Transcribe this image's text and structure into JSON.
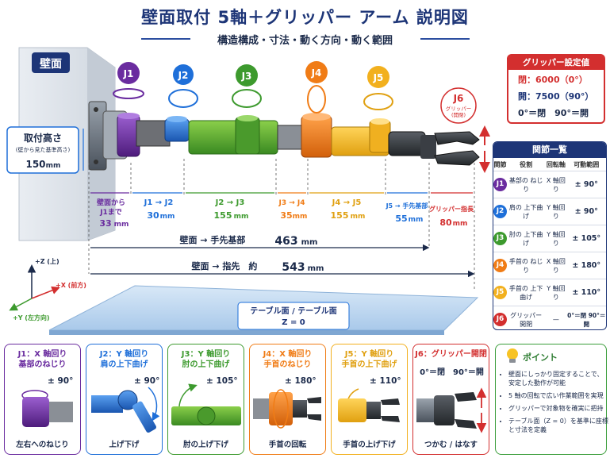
{
  "title": "壁面取付 5軸＋グリッパー アーム 説明図",
  "subtitle": "構造構成・寸法・動く方向・動く範囲",
  "wall_label": "壁面",
  "mount": {
    "title": "取付高さ",
    "note": "(壁から見た基準高さ)",
    "value": "150",
    "unit": "mm"
  },
  "joint_badges": [
    "J1",
    "J2",
    "J3",
    "J4",
    "J5",
    "J6"
  ],
  "j6_badge_sub": [
    "グリッパー",
    "(開閉)"
  ],
  "colors": {
    "J1": "#6a2c9f",
    "J2": "#1e6fd9",
    "J3": "#3d9a2e",
    "J4": "#f07c16",
    "J5": "#f2b01e",
    "J6": "#d32f2f",
    "navy": "#1d3577"
  },
  "segments": [
    {
      "label": [
        "壁面から",
        "J1まで"
      ],
      "value": "33",
      "unit": "mm",
      "color": "#6a2c9f"
    },
    {
      "label": [
        "J1 → J2"
      ],
      "value": "30",
      "unit": "mm",
      "color": "#1e6fd9"
    },
    {
      "label": [
        "J2 → J3"
      ],
      "value": "155",
      "unit": "mm",
      "color": "#3d9a2e"
    },
    {
      "label": [
        "J3 → J4"
      ],
      "value": "35",
      "unit": "mm",
      "color": "#f07c16"
    },
    {
      "label": [
        "J4 → J5"
      ],
      "value": "155",
      "unit": "mm",
      "color": "#e0a010"
    },
    {
      "label": [
        "J5 → 手先基部"
      ],
      "value": "55",
      "unit": "mm",
      "color": "#1e6fd9"
    },
    {
      "label": [
        "グリッパー指長"
      ],
      "value": "80",
      "unit": "mm",
      "color": "#d32f2f"
    }
  ],
  "totals": [
    {
      "label": "壁面 → 手先基部",
      "value": "463",
      "unit": "mm"
    },
    {
      "label": "壁面 → 指先　約",
      "value": "543",
      "unit": "mm"
    }
  ],
  "axes": {
    "z": "+Z (上)",
    "x": "+X (前方)",
    "y": "+Y (左方向)"
  },
  "table_surface": {
    "label": "テーブル面 / テーブル面",
    "value": "Z = 0"
  },
  "gripper_settings": {
    "title": "グリッパー設定値",
    "close": "閉：6000（0°）",
    "open": "開：7500（90°）",
    "rule": "0°＝閉　90°＝開"
  },
  "joint_table": {
    "title": "関節一覧",
    "headers": [
      "関節",
      "役割",
      "回転軸",
      "可動範囲"
    ],
    "rows": [
      {
        "joint": "J1",
        "role": "基部の ねじり",
        "axis": "X 軸回り",
        "range": "± 90°"
      },
      {
        "joint": "J2",
        "role": "肩の 上下曲げ",
        "axis": "Y 軸回り",
        "range": "± 90°"
      },
      {
        "joint": "J3",
        "role": "肘の 上下曲げ",
        "axis": "Y 軸回り",
        "range": "± 105°"
      },
      {
        "joint": "J4",
        "role": "手首の ねじり",
        "axis": "X 軸回り",
        "range": "± 180°"
      },
      {
        "joint": "J5",
        "role": "手首の 上下曲げ",
        "axis": "Y 軸回り",
        "range": "± 110°"
      },
      {
        "joint": "J6",
        "role": "グリッパー 開閉",
        "axis": "—",
        "range": "0°＝閉 90°＝開"
      }
    ]
  },
  "panels": [
    {
      "title1": "J1：X 軸回り",
      "title2": "基部のねじり",
      "range": "± 90°",
      "caption": "左右へのねじり",
      "color": "#6a2c9f"
    },
    {
      "title1": "J2：Y 軸回り",
      "title2": "肩の上下曲げ",
      "range": "± 90°",
      "caption": "上げ下げ",
      "color": "#1e6fd9"
    },
    {
      "title1": "J3：Y 軸回り",
      "title2": "肘の上下曲げ",
      "range": "± 105°",
      "caption": "肘の上げ下げ",
      "color": "#3d9a2e"
    },
    {
      "title1": "J4：X 軸回り",
      "title2": "手首のねじり",
      "range": "± 180°",
      "caption": "手首の回転",
      "color": "#f07c16"
    },
    {
      "title1": "J5：Y 軸回り",
      "title2": "手首の上下曲げ",
      "range": "± 110°",
      "caption": "手首の上げ下げ",
      "color": "#e0a010"
    },
    {
      "title1": "J6：グリッパー開閉",
      "title2": "",
      "range": "0°＝閉　90°＝開",
      "caption": "つかむ / はなす",
      "color": "#d32f2f"
    }
  ],
  "point": {
    "title": "ポイント",
    "items": [
      "壁面にしっかり固定することで、安定した動作が可能",
      "5 軸の回転で広い作業範囲を実現",
      "グリッパーで対象物を確実に把持",
      "テーブル面（Z = 0）を基準に座標と寸法を定義"
    ]
  }
}
